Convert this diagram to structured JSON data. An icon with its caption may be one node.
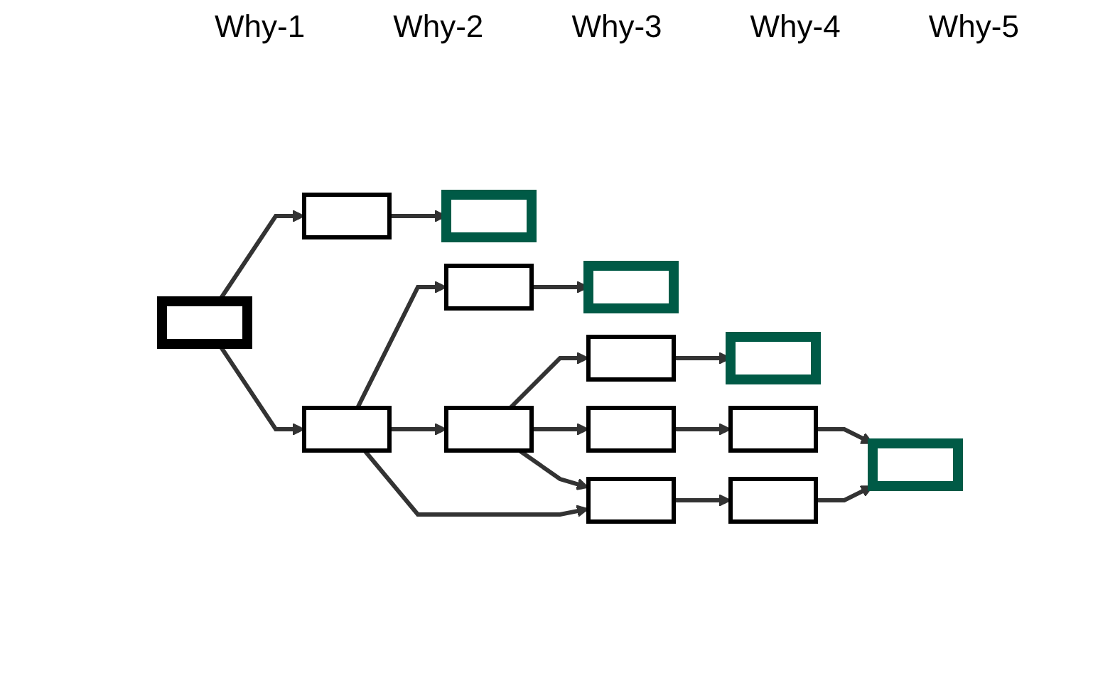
{
  "diagram": {
    "nodes": [
      {
        "text": [],
        "shape": "box"
      },
      {
        "text": [],
        "shape": "box"
      },
      {
        "text": [],
        "shape": "box"
      },
      {
        "text": [],
        "shape": "box"
      },
      {
        "text": [],
        "shape": "box"
      },
      {
        "text": [],
        "shape": "box"
      },
      {
        "text": [],
        "shape": "box"
      },
      {
        "text": [],
        "shape": "box"
      },
      {
        "text": [],
        "shape": "box"
      },
      {
        "text": [],
        "shape": "box"
      },
      {
        "text": [],
        "shape": "box"
      },
      {
        "text": [],
        "shape": "box"
      },
      {
        "text": [],
        "shape": "box"
      },
      {
        "text": [],
        "shape": "box"
      }
    ],
    "edges": [
      {
        "from": 0,
        "to": 1,
        "arrow": "to"
      },
      {
        "from": 0,
        "to": 3,
        "arrow": "to"
      },
      {
        "from": 1,
        "to": 2,
        "arrow": "to"
      },
      {
        "from": 3,
        "to": 4,
        "arrow": "to"
      },
      {
        "from": 3,
        "to": 6,
        "arrow": "to"
      },
      {
        "from": 3,
        "to": 9,
        "arrow": "to"
      },
      {
        "from": 4,
        "to": 5,
        "arrow": "to"
      },
      {
        "from": 6,
        "to": 7,
        "arrow": "to"
      },
      {
        "from": 6,
        "to": 9,
        "arrow": "to"
      },
      {
        "from": 6,
        "to": 11,
        "arrow": "to"
      },
      {
        "from": 7,
        "to": 8,
        "arrow": "to"
      },
      {
        "from": 9,
        "to": 10,
        "arrow": "to"
      },
      {
        "from": 11,
        "to": 12,
        "arrow": "to"
      },
      {
        "from": 10,
        "to": 13,
        "arrow": "to"
      },
      {
        "from": 12,
        "to": 13,
        "arrow": "to"
      }
    ],
    "labels": [
      "Why-1",
      "Why-2",
      "Why-3",
      "Why-4",
      "Why-5"
    ]
  }
}
